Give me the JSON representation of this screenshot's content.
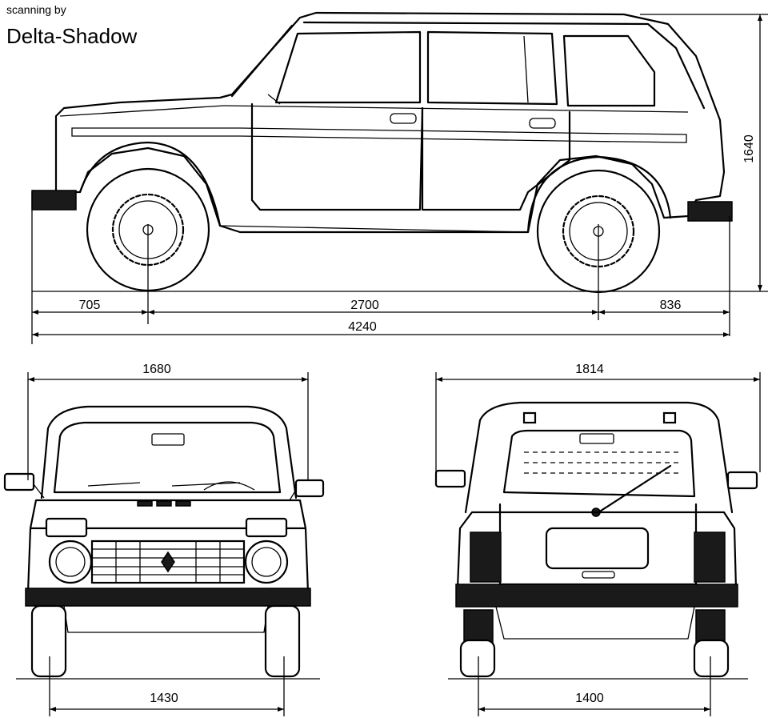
{
  "credit": {
    "line1": "scanning by",
    "line2": "Delta-Shadow"
  },
  "dimensions": {
    "front_overhang": "705",
    "wheelbase": "2700",
    "rear_overhang": "836",
    "length": "4240",
    "height": "1640",
    "front_width": "1680",
    "rear_width": "1814",
    "front_track": "1430",
    "rear_track": "1400"
  },
  "colors": {
    "line": "#000000",
    "background": "#ffffff"
  }
}
